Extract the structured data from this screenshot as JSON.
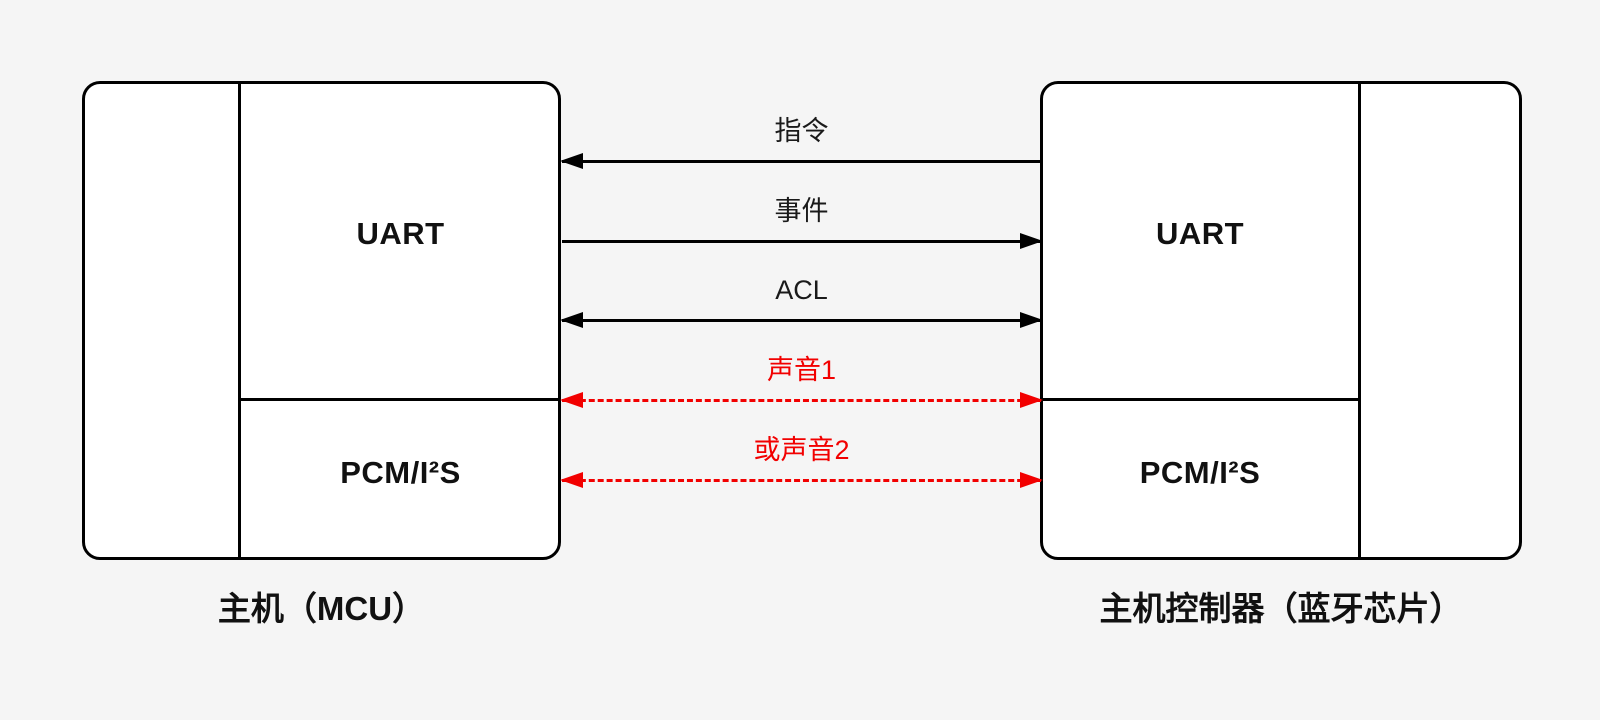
{
  "diagram": {
    "host": {
      "caption": "主机（MCU）",
      "uart_label": "UART",
      "pcm_label": "PCM/I²S"
    },
    "controller": {
      "caption": "主机控制器（蓝牙芯片）",
      "uart_label": "UART",
      "pcm_label": "PCM/I²S"
    },
    "connections": [
      {
        "label": "指令",
        "direction": "left",
        "line_style": "solid",
        "color": "#000000"
      },
      {
        "label": "事件",
        "direction": "right",
        "line_style": "solid",
        "color": "#000000"
      },
      {
        "label": "ACL",
        "direction": "both",
        "line_style": "solid",
        "color": "#000000"
      },
      {
        "label": "声音1",
        "direction": "both",
        "line_style": "dashed",
        "color": "#f20000"
      },
      {
        "label": "或声音2",
        "direction": "both",
        "line_style": "dashed",
        "color": "#f20000"
      }
    ]
  },
  "colors": {
    "background": "#f5f5f5",
    "box_fill": "#ffffff",
    "line_black": "#000000",
    "audio_red": "#f20000"
  }
}
